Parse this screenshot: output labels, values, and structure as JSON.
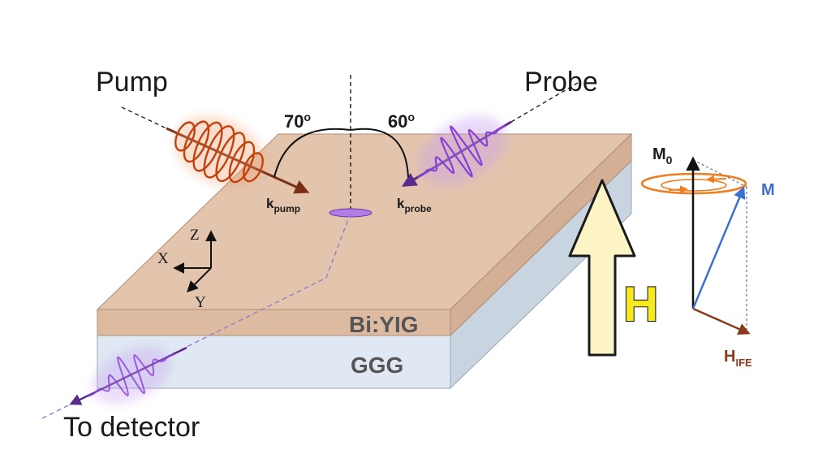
{
  "labels": {
    "pump": "Pump",
    "probe": "Probe",
    "angle_pump": "70",
    "angle_probe": "60",
    "degree_sup": "o",
    "k_pump_main": "k",
    "k_pump_sub": "pump",
    "k_probe_main": "k",
    "k_probe_sub": "probe",
    "axis_z": "Z",
    "axis_x": "X",
    "axis_y": "Y",
    "layer_top": "Bi:YIG",
    "layer_bottom": "GGG",
    "field": "H",
    "to_detector": "To detector",
    "m0_main": "M",
    "m0_sub": "0",
    "m": "M",
    "hife_main": "H",
    "hife_sub": "IFE"
  },
  "colors": {
    "pump_wave": "#c2410c",
    "probe_wave": "#8b3fd9",
    "bi_yig": "#e3c4ad",
    "ggg": "#dfe8f3",
    "field_arrow": "#fdf4c6",
    "m_vector": "#3b6fd1",
    "hife_vector": "#8b3a1e",
    "precession": "#f07c1e"
  }
}
